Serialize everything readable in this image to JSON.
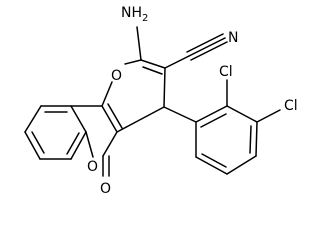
{
  "structure": {
    "atoms": {
      "amino": "NH2",
      "nitrile_n": "N",
      "ring_o_pyran": "O",
      "ring_o_lactone": "O",
      "carbonyl_o": "O",
      "chloro_2": "Cl",
      "chloro_3": "Cl"
    }
  },
  "colors": {
    "bond": "#000000",
    "background": "#ffffff"
  }
}
